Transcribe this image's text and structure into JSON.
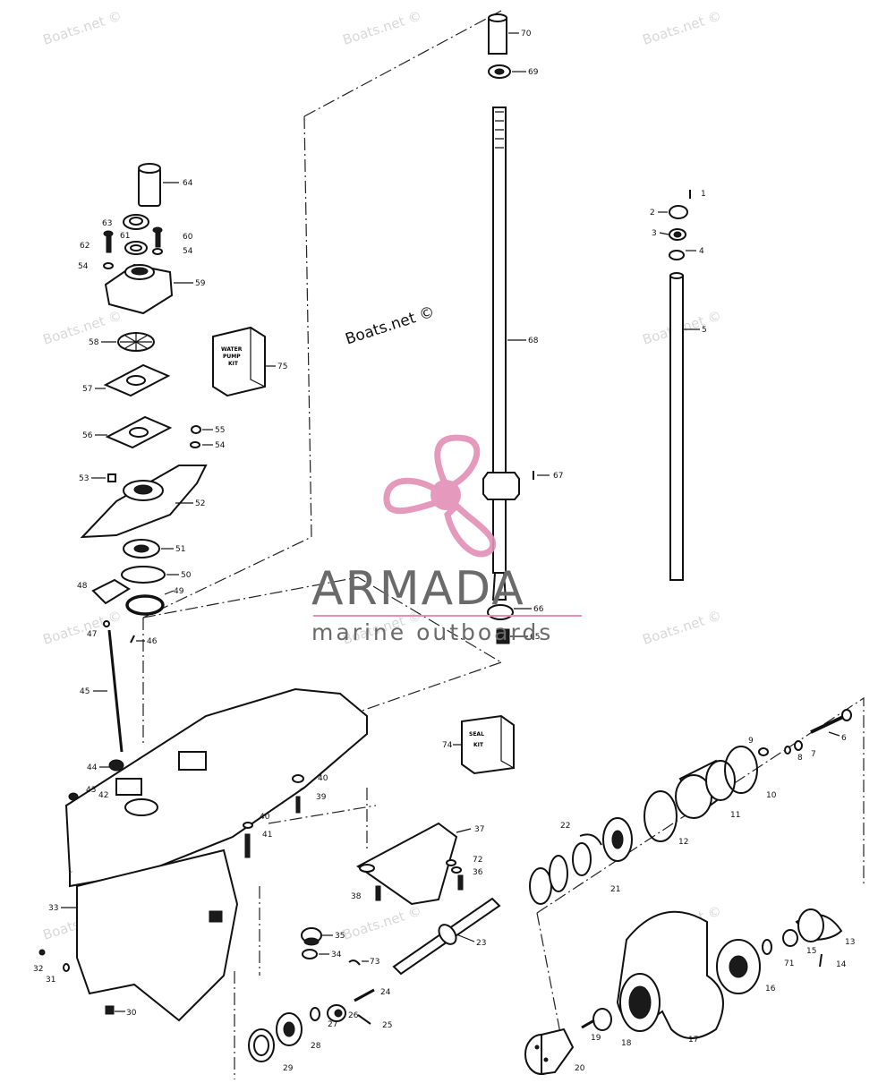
{
  "watermark": {
    "text": "Boats.net ©"
  },
  "brand": {
    "name": "ARMADA",
    "tagline": "marine outboards",
    "logo_color": "#e38fb6",
    "text_color": "#6a6a6a"
  },
  "kits": {
    "water_pump_kit": [
      "WATER",
      "PUMP",
      "KIT"
    ],
    "seal_kit": [
      "SEAL",
      "KIT"
    ]
  },
  "callouts": {
    "c70": "70",
    "c69": "69",
    "c64": "64",
    "c63": "63",
    "c60": "60",
    "c62": "62",
    "c61": "61",
    "c54a": "54",
    "c54b": "54",
    "c54c": "54",
    "c59": "59",
    "c58": "58",
    "c75": "75",
    "c57": "57",
    "c56": "56",
    "c55": "55",
    "c53": "53",
    "c52": "52",
    "c51": "51",
    "c50": "50",
    "c48": "48",
    "c49": "49",
    "c47": "47",
    "c46": "46",
    "c45": "45",
    "c44": "44",
    "c43": "43",
    "c42": "42",
    "c68": "68",
    "c67": "67",
    "c66": "66",
    "c65": "65",
    "c1": "1",
    "c2": "2",
    "c3": "3",
    "c4": "4",
    "c5": "5",
    "c74": "74",
    "c40a": "40",
    "c40b": "40",
    "c39": "39",
    "c41": "41",
    "c37": "37",
    "c72": "72",
    "c36": "36",
    "c38": "38",
    "c33": "33",
    "c35": "35",
    "c34": "34",
    "c32": "32",
    "c31": "31",
    "c30": "30",
    "c73": "73",
    "c24": "24",
    "c26": "26",
    "c25": "25",
    "c27": "27",
    "c28": "28",
    "c29": "29",
    "c23": "23",
    "c22": "22",
    "c21": "21",
    "c12": "12",
    "c11": "11",
    "c10": "10",
    "c9": "9",
    "c8": "8",
    "c7": "7",
    "c6": "6",
    "c13": "13",
    "c14": "14",
    "c15": "15",
    "c71": "71",
    "c16": "16",
    "c17": "17",
    "c18": "18",
    "c19": "19",
    "c20": "20"
  }
}
